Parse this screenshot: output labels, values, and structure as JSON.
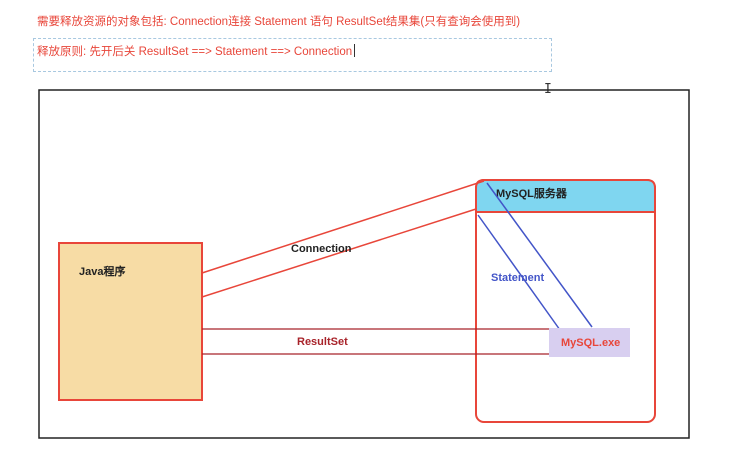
{
  "notes": {
    "line1": "需要释放资源的对象包括: Connection连接   Statement 语句   ResultSet结果集(只有查询会使用到)",
    "line2": "释放原则: 先开后关  ResultSet ==> Statement ==> Connection"
  },
  "diagram": {
    "java_label": "Java程序",
    "server_label": "MySQL服务器",
    "exe_label": "MySQL.exe",
    "connection_label": "Connection",
    "statement_label": "Statement",
    "resultset_label": "ResultSet"
  },
  "colors": {
    "red": "#e8463a",
    "java_fill": "#f7dca5",
    "server_header": "#7fd6f0",
    "exe_fill": "#d8cff0",
    "statement_blue": "#4355c8",
    "resultset_dark": "#a8232a"
  }
}
